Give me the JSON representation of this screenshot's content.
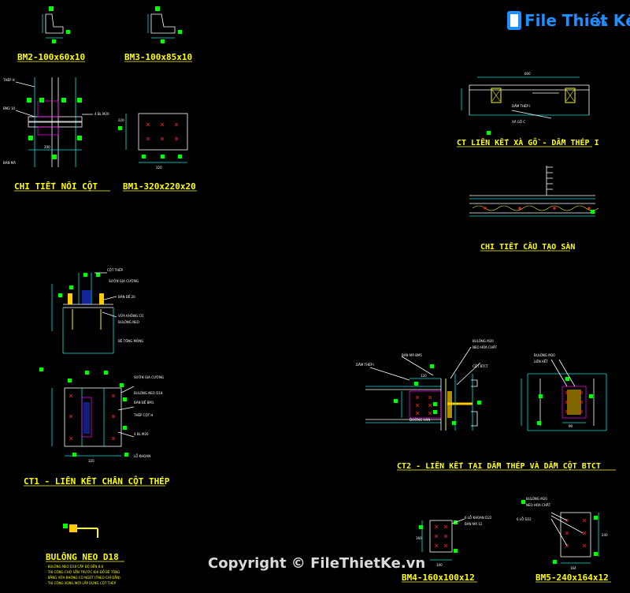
{
  "logo": {
    "text": "File Thiết Kế",
    "domain": ".vn"
  },
  "watermark": "Copyright © FileThietKe.vn",
  "titles": {
    "bm2": "BM2-100x60x10",
    "bm3": "BM3-100x85x10",
    "noi_cot": "CHI TIẾT NỐI CỘT",
    "bm1": "BM1-320x220x20",
    "ct_xa_go": "CT LIÊN KẾT XÀ GỒ - DẦM THÉP I",
    "cau_tao_san": "CHI TIẾT CẤU TẠO SÀN",
    "ct1": "CT1 - LIÊN KẾT CHÂN CỘT THÉP",
    "ct2": "CT2 - LIÊN KẾT TẠI DẦM THÉP VÀ DẦM CỘT BTCT",
    "bulong": "BULÔNG NEO D18",
    "bm4": "BM4-160x100x12",
    "bm5": "BM5-240x164x12"
  },
  "dims": {
    "d200": "200",
    "d320": "320",
    "d220": "220",
    "d100": "100",
    "d600": "600",
    "d90": "90",
    "d120": "120",
    "d160": "160",
    "d240": "240",
    "d164": "164"
  },
  "notes": {
    "l1": "- BULÔNG NEO D18 CẤP ĐỘ BỀN 8.8",
    "l2": "- THI CÔNG CHỜ SẴN TRƯỚC KHI ĐỔ BÊ TÔNG",
    "l3": "- BẰNG VỮA KHÔNG CO NGÓT (THEO CHỈ DẪN)",
    "l4": "- THI CÔNG XONG MỚI LẮP DỰNG CỘT THÉP"
  },
  "colors": {
    "title": "#ffff00",
    "line_cyan": "#00e5e5",
    "line_white": "#ffffff",
    "marker": "#00ff00",
    "logo": "#1e90ff"
  }
}
